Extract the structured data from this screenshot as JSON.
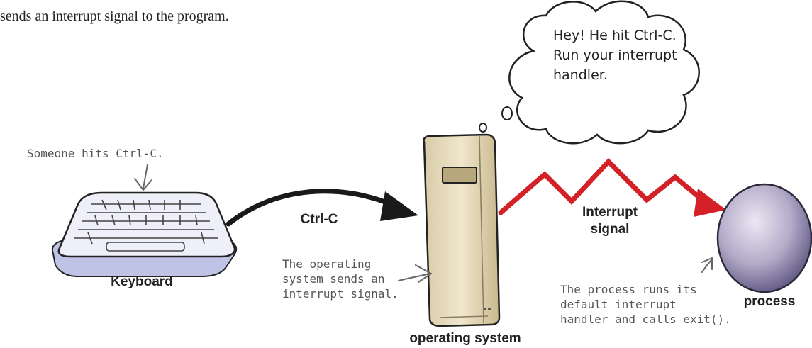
{
  "intro_text": "sends an interrupt signal to the program.",
  "thought_bubble": "Hey! He hit Ctrl-C.\nRun your interrupt\nhandler.",
  "annotations": {
    "someone_hits": "Someone hits Ctrl-C.",
    "os_sends": "The operating\nsystem sends an\ninterrupt signal.",
    "process_runs": "The process runs its\ndefault interrupt\nhandler and calls exit()."
  },
  "labels": {
    "keyboard": "Keyboard",
    "ctrl_c": "Ctrl-C",
    "interrupt_signal": "Interrupt\nsignal",
    "operating_system": "operating system",
    "process": "process"
  },
  "colors": {
    "signal_arrow": "#d42027",
    "ctrl_arrow": "#1a1a1a",
    "process_sphere": "#7d739c",
    "computer_tower": "#e8dcc0",
    "keyboard": "#d9dcef"
  },
  "icons": {
    "keyboard": "keyboard-icon",
    "computer": "computer-tower-icon",
    "process": "process-sphere-icon"
  }
}
